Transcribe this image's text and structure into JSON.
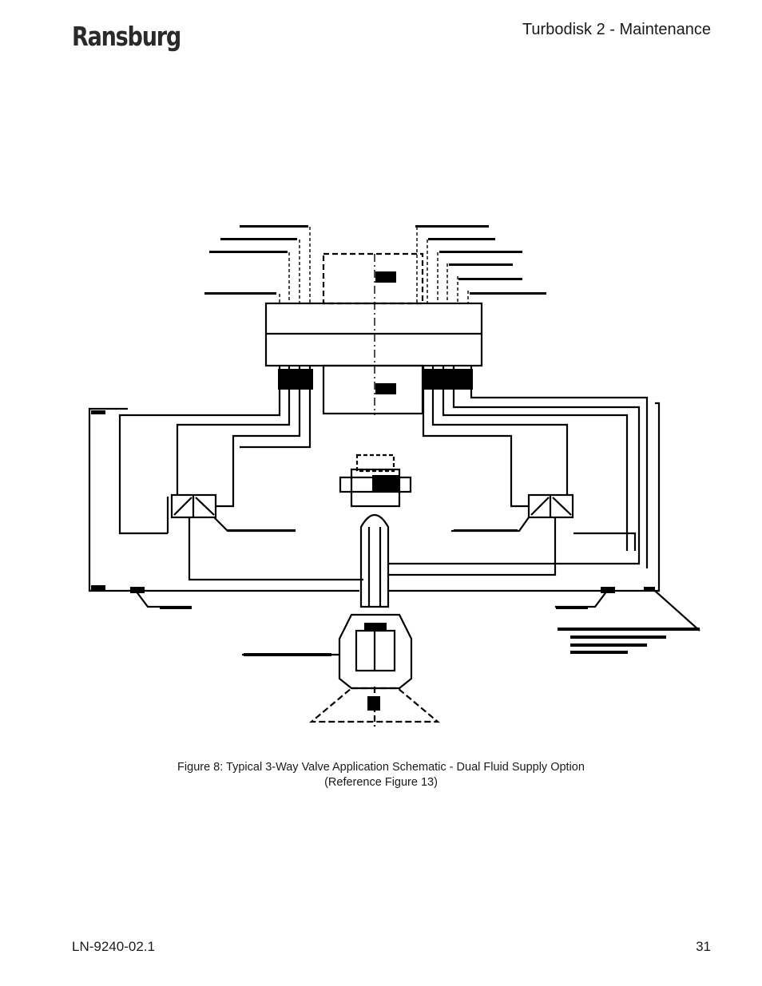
{
  "header": {
    "brand": "Ransburg",
    "document_title": "Turbodisk 2 - Maintenance"
  },
  "figure": {
    "caption_line1": "Figure 8:  Typical 3-Way Valve Application Schematic - Dual Fluid Supply Option",
    "caption_line2": "(Reference Figure 13)"
  },
  "footer": {
    "doc_number": "LN-9240-02.1",
    "page_number": "31"
  }
}
